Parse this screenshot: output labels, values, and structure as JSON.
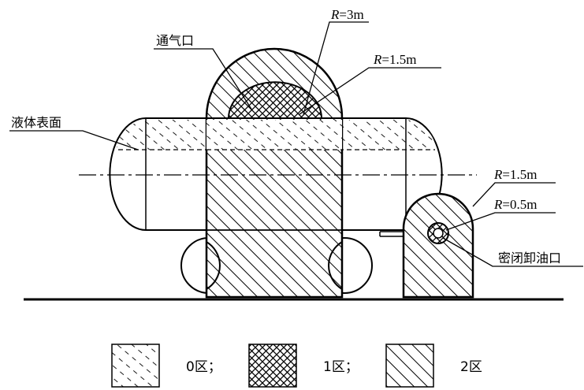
{
  "labels": {
    "vent": "通气口",
    "liquid_surface": "液体表面",
    "r_outer_vent": "=3m",
    "r_inner_vent": "=1.5m",
    "r_outer_unload": "=1.5m",
    "r_inner_unload": "=0.5m",
    "r_symbol": "R",
    "sealed_unload": "密闭卸油口"
  },
  "legend": {
    "zone0": "0区；",
    "zone1": "1区；",
    "zone2": "2区"
  }
}
